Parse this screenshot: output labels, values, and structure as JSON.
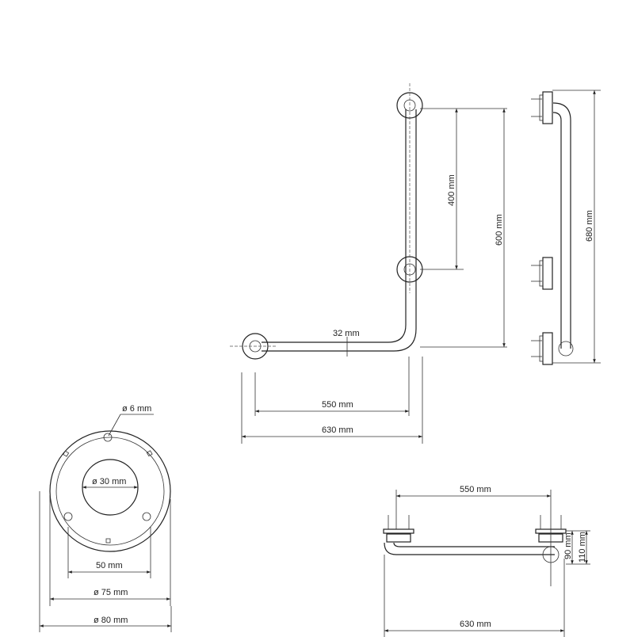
{
  "front_view": {
    "screw_hole": "ø 6 mm",
    "center_hole": "ø 30 mm",
    "hole_spacing": "50 mm",
    "inner_diameter": "ø 75 mm",
    "outer_diameter": "ø 80 mm"
  },
  "l_view": {
    "tube": "32 mm",
    "horizontal_inner": "550 mm",
    "horizontal_total": "630 mm",
    "vertical_spacing": "400 mm",
    "vertical_inner": "600 mm"
  },
  "side_view": {
    "height_total": "680 mm"
  },
  "bottom_view": {
    "width_inner": "550 mm",
    "width_total": "630 mm",
    "depth_inner": "90 mm",
    "depth_total": "110 mm"
  }
}
